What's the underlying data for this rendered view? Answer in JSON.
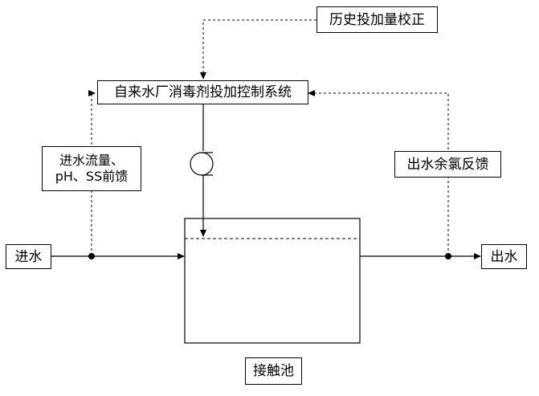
{
  "diagram": {
    "history_correction": "历史投加量校正",
    "control_system": "自来水厂消毒剂投加控制系统",
    "feedforward_line1": "进水流量、",
    "feedforward_line2": "pH、SS前馈",
    "feedback": "出水余氯反馈",
    "inlet": "进水",
    "outlet": "出水",
    "tank_label": "接触池"
  }
}
